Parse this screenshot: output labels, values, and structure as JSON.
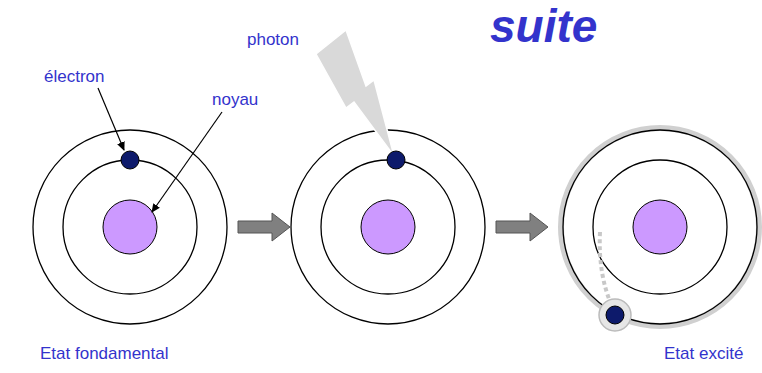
{
  "diagram": {
    "title": "suite",
    "labels": [
      "photon",
      "électron",
      "noyau",
      "Etat fondamental",
      "Etat excité"
    ]
  }
}
